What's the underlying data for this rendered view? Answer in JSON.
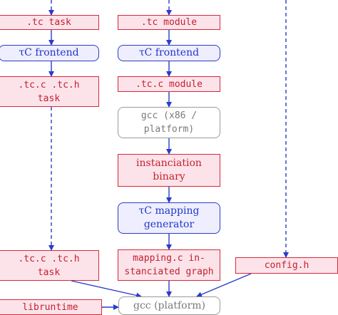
{
  "nodes": {
    "tc_task": ".tc task",
    "tc_module": ".tc module",
    "frontend_left": "τC frontend",
    "frontend_mid": "τC frontend",
    "tcc_tch_task_top": ".tc.c .tc.h\ntask",
    "tcc_module": ".tc.c module",
    "gcc_x86": "gcc (x86 /\nplatform)",
    "instanciation_binary": "instanciation\nbinary",
    "mapping_generator": "τC mapping\ngenerator",
    "tcc_tch_task_bottom": ".tc.c .tc.h\ntask",
    "mapping_c": "mapping.c in-\nstanciated graph",
    "config_h": "config.h",
    "libruntime": "libruntime",
    "gcc_platform": "gcc (platform)"
  },
  "colors": {
    "red_border": "#d42a3a",
    "red_fill": "#fce3ea",
    "blue_border": "#2a3cc8",
    "blue_fill": "#eeeeff",
    "gray_border": "#9a9a9a"
  }
}
